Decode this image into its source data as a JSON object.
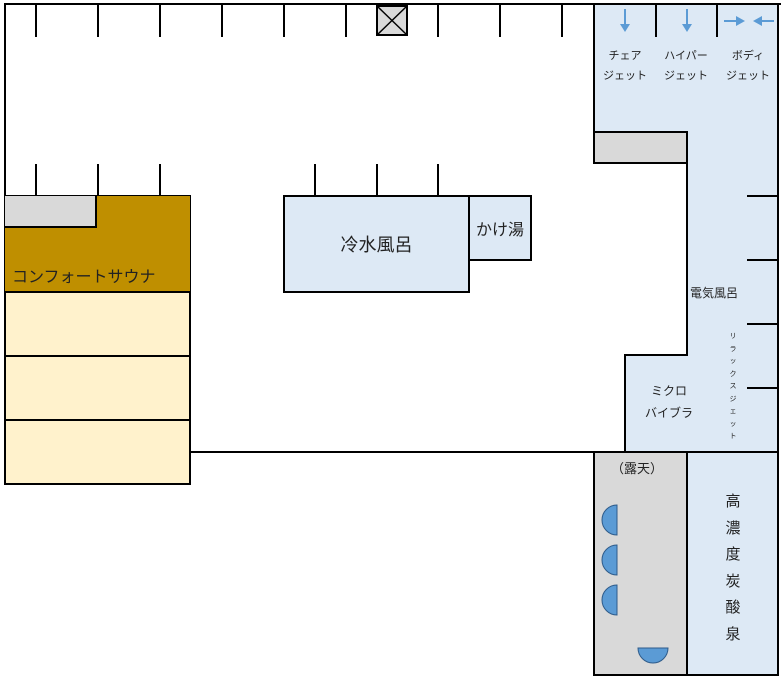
{
  "labels": {
    "cold_bath": "冷水風呂",
    "kakeyu": "かけ湯",
    "comfort_sauna": "コンフォートサウナ",
    "electric_bath": "電気風呂",
    "micro_vibra_1": "ミクロ",
    "micro_vibra_2": "バイブラ",
    "rotenburo": "（露天）",
    "relax_jet_vertical": "リラックスジェット",
    "carbonated_spring_vertical": "高濃度炭酸泉",
    "jets": [
      {
        "line1": "チェア",
        "line2": "ジェット"
      },
      {
        "line1": "ハイパー",
        "line2": "ジェット"
      },
      {
        "line1": "ボディ",
        "line2": "ジェット"
      }
    ]
  },
  "colors": {
    "light_blue": "#dde9f5",
    "gold": "#bf8f00",
    "cream": "#fff2cc",
    "gray": "#d9d9d9",
    "seat_blue": "#5b9bd5",
    "arrow_blue": "#5b9bd5"
  }
}
